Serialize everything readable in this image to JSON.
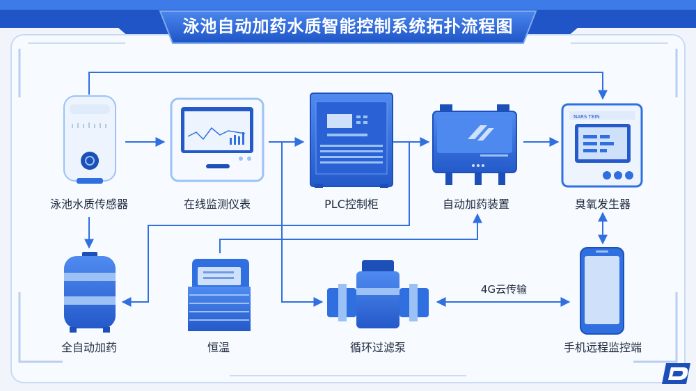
{
  "title": "泳池自动加药水质智能控制系统拓扑流程图",
  "nodes": [
    {
      "id": "sensor",
      "label": "泳池水质传感器",
      "icon": "water-quality-sensor-icon"
    },
    {
      "id": "monitor",
      "label": "在线监测仪表",
      "icon": "monitor-meter-icon"
    },
    {
      "id": "plc",
      "label": "PLC控制柜",
      "icon": "control-cabinet-icon"
    },
    {
      "id": "dosing_device",
      "label": "自动加药装置",
      "icon": "dosing-device-icon"
    },
    {
      "id": "ozone",
      "label": "臭氧发生器",
      "icon": "ozone-generator-icon"
    },
    {
      "id": "auto_dosing",
      "label": "全自动加药",
      "icon": "chemical-tank-icon"
    },
    {
      "id": "heater",
      "label": "恒温",
      "icon": "heater-icon"
    },
    {
      "id": "pump",
      "label": "循环过滤泵",
      "icon": "circulation-pump-icon"
    },
    {
      "id": "phone",
      "label": "手机远程监控端",
      "icon": "smartphone-icon"
    }
  ],
  "edges": [
    {
      "from": "sensor",
      "to": "monitor",
      "label": ""
    },
    {
      "from": "monitor",
      "to": "plc",
      "label": ""
    },
    {
      "from": "plc",
      "to": "dosing_device",
      "label": ""
    },
    {
      "from": "dosing_device",
      "to": "ozone",
      "label": ""
    },
    {
      "from": "sensor",
      "to": "ozone",
      "label": ""
    },
    {
      "from": "sensor",
      "to": "auto_dosing",
      "label": ""
    },
    {
      "from": "plc",
      "to": "auto_dosing",
      "label": ""
    },
    {
      "from": "plc",
      "to": "pump",
      "label": ""
    },
    {
      "from": "heater",
      "to": "dosing_device",
      "label": ""
    },
    {
      "from": "ozone",
      "to": "phone",
      "label": ""
    },
    {
      "from": "pump",
      "to": "phone",
      "label": "4G云传输"
    }
  ],
  "device_screen_text": {
    "monitor": "",
    "ozone": "NARS TEIN"
  },
  "colors": {
    "primary": "#2f6fe0",
    "dark": "#1d4fb8",
    "light": "#9cc2f5",
    "panel": "#dfeafb",
    "background": "#f1f5fb",
    "text": "#1f2a3d"
  }
}
